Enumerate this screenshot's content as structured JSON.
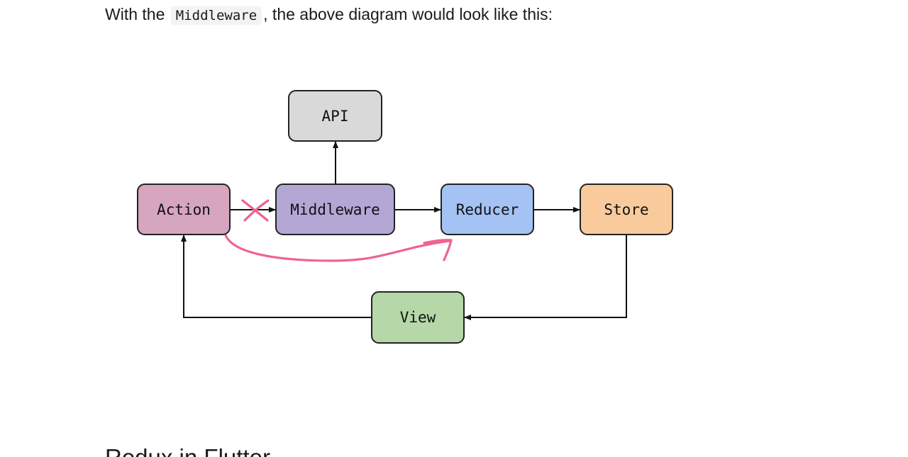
{
  "intro": {
    "before": "With the",
    "code": "Middleware",
    "after": ", the above diagram would look like this:"
  },
  "diagram": {
    "nodes": {
      "api": {
        "label": "API",
        "color": "#d9d9d9"
      },
      "action": {
        "label": "Action",
        "color": "#d6a5c0"
      },
      "middleware": {
        "label": "Middleware",
        "color": "#b4a7d6"
      },
      "reducer": {
        "label": "Reducer",
        "color": "#a4c2f4"
      },
      "store": {
        "label": "Store",
        "color": "#f9cb9c"
      },
      "view": {
        "label": "View",
        "color": "#b6d7a8"
      }
    },
    "annotation_color": "#f06292"
  },
  "next_section": {
    "heading": "Redux in Flutter"
  }
}
